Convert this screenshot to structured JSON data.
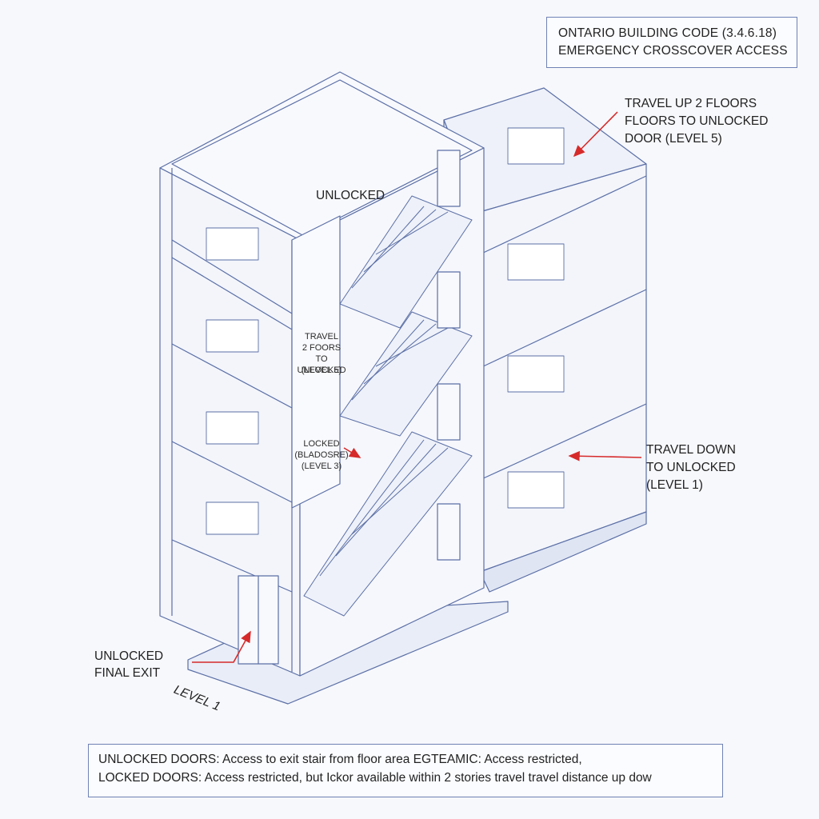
{
  "title": {
    "line1": "ONTARIO BUILDING CODE (3.4.6.18)",
    "line2": "EMERGENCY CROSSCOVER ACCESS"
  },
  "labels": {
    "unlocked_top": "UNLOCKED",
    "travel_up": [
      "TRAVEL UP 2 FLOORS",
      "FLOORS TO UNLOCKED",
      "DOOR (LEVEL 5)"
    ],
    "travel_down": [
      "TRAVEL DOWN",
      "TO UNLOCKED",
      "(LEVEL 1)"
    ],
    "final_exit": [
      "UNLOCKED",
      "FINAL EXIT"
    ],
    "level": "LEVEL 1",
    "inner_travel": [
      "TRAVEL",
      "2 FOORS",
      "TO UNLOCKED",
      "(LEVEL 5)"
    ],
    "inner_locked": [
      "LOCKED",
      "(BLADOSRE)",
      "(LEVEL 3)"
    ]
  },
  "legend": {
    "line1": "UNLOCKED DOORS: Access to exit stair from floor area EGTEAMIC: Access restricted,",
    "line2": "LOCKED DOORS: Access restricted, but Ickor available within 2 stories travel travel distance up dow"
  },
  "colors": {
    "line": "#5b6fa6",
    "fill": "#f3f5fb",
    "arrow": "#d62a2a"
  }
}
